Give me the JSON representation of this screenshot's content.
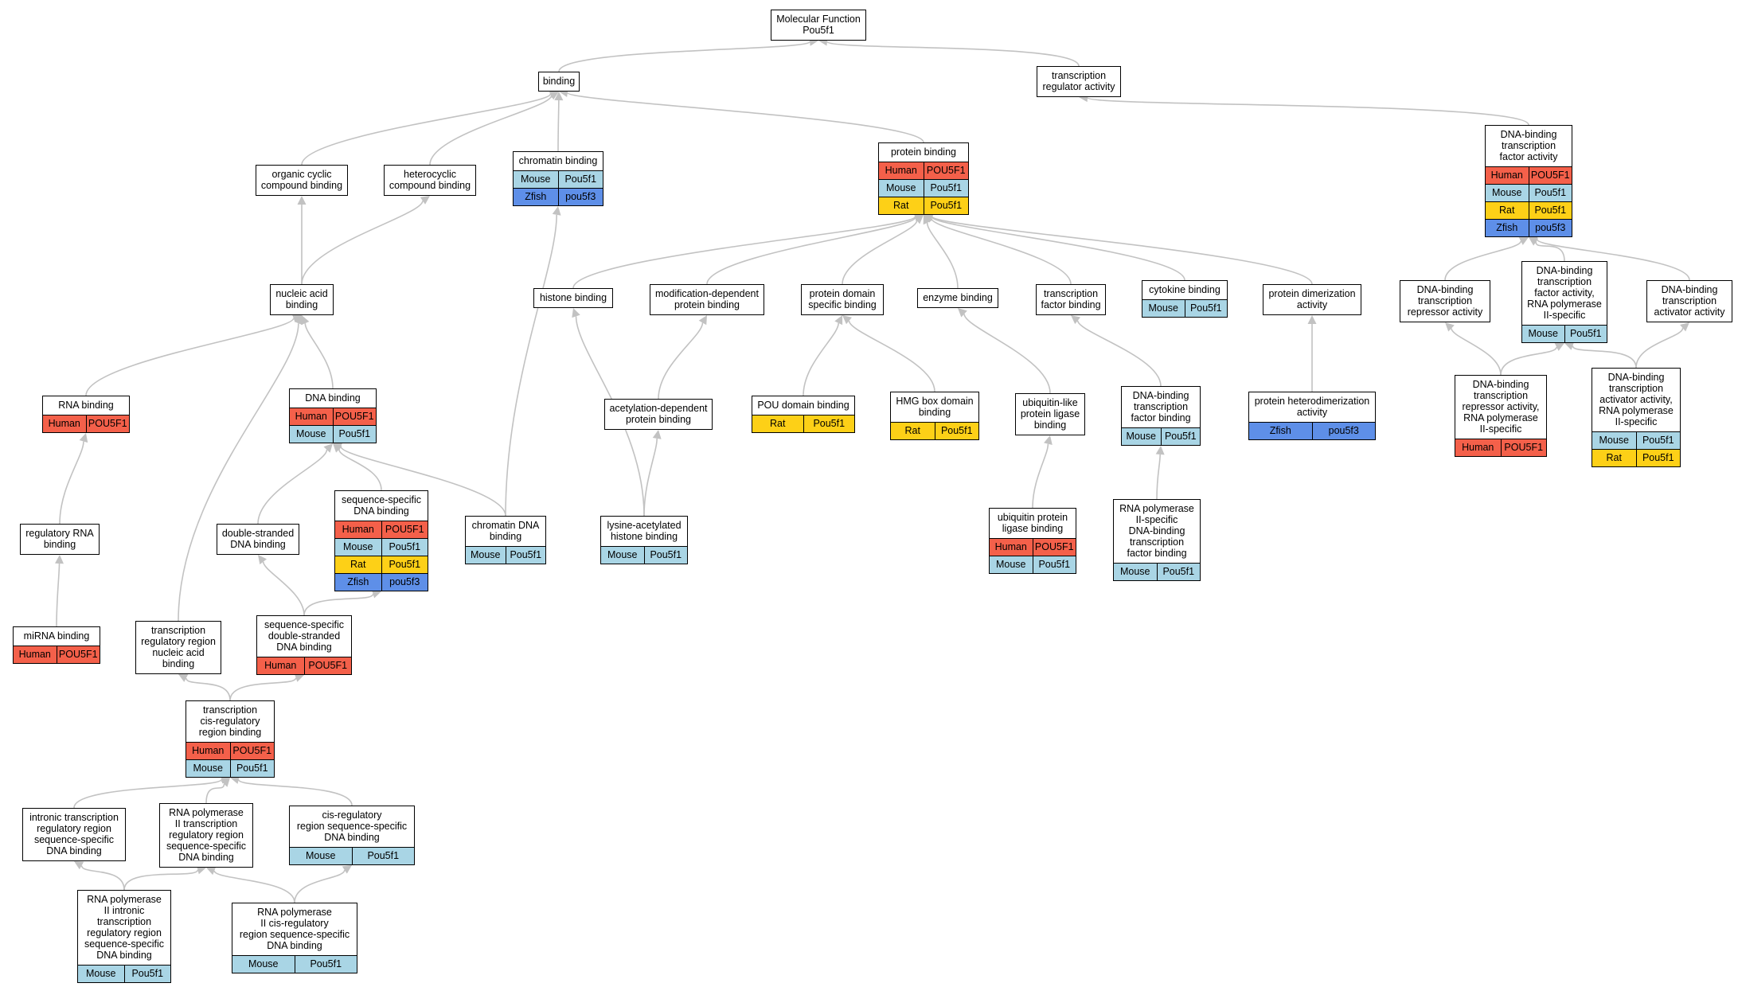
{
  "colors": {
    "edge": "#c2c2c2",
    "Human": "#f4604a",
    "Mouse": "#a9d5e5",
    "Rat": "#fdd017",
    "Zfish": "#5e8fe8"
  },
  "nodes": [
    {
      "id": "mf",
      "lines": [
        "Molecular Function",
        "Pou5f1"
      ],
      "rows": []
    },
    {
      "id": "binding",
      "lines": [
        "binding"
      ],
      "rows": []
    },
    {
      "id": "trx_reg_act",
      "lines": [
        "transcription",
        "regulator activity"
      ],
      "rows": []
    },
    {
      "id": "chromatin_binding",
      "lines": [
        "chromatin binding"
      ],
      "rows": [
        {
          "org": "Mouse",
          "gene": "Pou5f1"
        },
        {
          "org": "Zfish",
          "gene": "pou5f3"
        }
      ]
    },
    {
      "id": "protein_binding",
      "lines": [
        "protein binding"
      ],
      "rows": [
        {
          "org": "Human",
          "gene": "POU5F1"
        },
        {
          "org": "Mouse",
          "gene": "Pou5f1"
        },
        {
          "org": "Rat",
          "gene": "Pou5f1"
        }
      ]
    },
    {
      "id": "dbtf_activity",
      "lines": [
        "DNA-binding",
        "transcription",
        "factor activity"
      ],
      "rows": [
        {
          "org": "Human",
          "gene": "POU5F1"
        },
        {
          "org": "Mouse",
          "gene": "Pou5f1"
        },
        {
          "org": "Rat",
          "gene": "Pou5f1"
        },
        {
          "org": "Zfish",
          "gene": "pou5f3"
        }
      ]
    },
    {
      "id": "organic_cyclic",
      "lines": [
        "organic cyclic",
        "compound binding"
      ],
      "rows": []
    },
    {
      "id": "heterocyclic",
      "lines": [
        "heterocyclic",
        "compound binding"
      ],
      "rows": []
    },
    {
      "id": "nucleic_acid",
      "lines": [
        "nucleic acid",
        "binding"
      ],
      "rows": []
    },
    {
      "id": "histone_binding",
      "lines": [
        "histone binding"
      ],
      "rows": []
    },
    {
      "id": "mod_dep",
      "lines": [
        "modification-dependent",
        "protein binding"
      ],
      "rows": []
    },
    {
      "id": "prot_domain",
      "lines": [
        "protein domain",
        "specific binding"
      ],
      "rows": []
    },
    {
      "id": "enzyme_binding",
      "lines": [
        "enzyme binding"
      ],
      "rows": []
    },
    {
      "id": "tf_binding",
      "lines": [
        "transcription",
        "factor binding"
      ],
      "rows": []
    },
    {
      "id": "cytokine_binding",
      "lines": [
        "cytokine binding"
      ],
      "rows": [
        {
          "org": "Mouse",
          "gene": "Pou5f1"
        }
      ]
    },
    {
      "id": "prot_dimer",
      "lines": [
        "protein dimerization",
        "activity"
      ],
      "rows": []
    },
    {
      "id": "dbtf_repressor",
      "lines": [
        "DNA-binding",
        "transcription",
        "repressor activity"
      ],
      "rows": []
    },
    {
      "id": "dbtf_rnap2",
      "lines": [
        "DNA-binding",
        "transcription",
        "factor activity,",
        "RNA polymerase",
        "II-specific"
      ],
      "rows": [
        {
          "org": "Mouse",
          "gene": "Pou5f1"
        }
      ]
    },
    {
      "id": "dbtf_activator",
      "lines": [
        "DNA-binding",
        "transcription",
        "activator activity"
      ],
      "rows": []
    },
    {
      "id": "rna_binding",
      "lines": [
        "RNA binding"
      ],
      "rows": [
        {
          "org": "Human",
          "gene": "POU5F1"
        }
      ]
    },
    {
      "id": "dna_binding",
      "lines": [
        "DNA binding"
      ],
      "rows": [
        {
          "org": "Human",
          "gene": "POU5F1"
        },
        {
          "org": "Mouse",
          "gene": "Pou5f1"
        }
      ]
    },
    {
      "id": "acetyl_dep",
      "lines": [
        "acetylation-dependent",
        "protein binding"
      ],
      "rows": []
    },
    {
      "id": "pou_domain",
      "lines": [
        "POU domain binding"
      ],
      "rows": [
        {
          "org": "Rat",
          "gene": "Pou5f1"
        }
      ]
    },
    {
      "id": "hmg_box",
      "lines": [
        "HMG box domain",
        "binding"
      ],
      "rows": [
        {
          "org": "Rat",
          "gene": "Pou5f1"
        }
      ]
    },
    {
      "id": "ubl_ligase",
      "lines": [
        "ubiquitin-like",
        "protein ligase",
        "binding"
      ],
      "rows": []
    },
    {
      "id": "dbtf_binding",
      "lines": [
        "DNA-binding",
        "transcription",
        "factor binding"
      ],
      "rows": [
        {
          "org": "Mouse",
          "gene": "Pou5f1"
        }
      ]
    },
    {
      "id": "prot_heterodimer",
      "lines": [
        "protein heterodimerization",
        "activity"
      ],
      "rows": [
        {
          "org": "Zfish",
          "gene": "pou5f3"
        }
      ]
    },
    {
      "id": "dbtf_rep_rnap2",
      "lines": [
        "DNA-binding",
        "transcription",
        "repressor activity,",
        "RNA polymerase",
        "II-specific"
      ],
      "rows": [
        {
          "org": "Human",
          "gene": "POU5F1"
        }
      ]
    },
    {
      "id": "dbtf_act_rnap2",
      "lines": [
        "DNA-binding",
        "transcription",
        "activator activity,",
        "RNA polymerase",
        "II-specific"
      ],
      "rows": [
        {
          "org": "Mouse",
          "gene": "Pou5f1"
        },
        {
          "org": "Rat",
          "gene": "Pou5f1"
        }
      ]
    },
    {
      "id": "ss_dna",
      "lines": [
        "sequence-specific",
        "DNA binding"
      ],
      "rows": [
        {
          "org": "Human",
          "gene": "POU5F1"
        },
        {
          "org": "Mouse",
          "gene": "Pou5f1"
        },
        {
          "org": "Rat",
          "gene": "Pou5f1"
        },
        {
          "org": "Zfish",
          "gene": "pou5f3"
        }
      ]
    },
    {
      "id": "chromatin_dna",
      "lines": [
        "chromatin DNA",
        "binding"
      ],
      "rows": [
        {
          "org": "Mouse",
          "gene": "Pou5f1"
        }
      ]
    },
    {
      "id": "lys_acetyl",
      "lines": [
        "lysine-acetylated",
        "histone binding"
      ],
      "rows": [
        {
          "org": "Mouse",
          "gene": "Pou5f1"
        }
      ]
    },
    {
      "id": "ub_ligase",
      "lines": [
        "ubiquitin protein",
        "ligase binding"
      ],
      "rows": [
        {
          "org": "Human",
          "gene": "POU5F1"
        },
        {
          "org": "Mouse",
          "gene": "Pou5f1"
        }
      ]
    },
    {
      "id": "rnap2_dbtf_binding",
      "lines": [
        "RNA polymerase",
        "II-specific",
        "DNA-binding",
        "transcription",
        "factor binding"
      ],
      "rows": [
        {
          "org": "Mouse",
          "gene": "Pou5f1"
        }
      ]
    },
    {
      "id": "reg_rna",
      "lines": [
        "regulatory RNA",
        "binding"
      ],
      "rows": []
    },
    {
      "id": "ds_dna",
      "lines": [
        "double-stranded",
        "DNA binding"
      ],
      "rows": []
    },
    {
      "id": "mirna",
      "lines": [
        "miRNA binding"
      ],
      "rows": [
        {
          "org": "Human",
          "gene": "POU5F1"
        }
      ]
    },
    {
      "id": "trr_nucleic",
      "lines": [
        "transcription",
        "regulatory region",
        "nucleic acid",
        "binding"
      ],
      "rows": []
    },
    {
      "id": "ss_ds_dna",
      "lines": [
        "sequence-specific",
        "double-stranded",
        "DNA binding"
      ],
      "rows": [
        {
          "org": "Human",
          "gene": "POU5F1"
        }
      ]
    },
    {
      "id": "cis_reg",
      "lines": [
        "transcription",
        "cis-regulatory",
        "region binding"
      ],
      "rows": [
        {
          "org": "Human",
          "gene": "POU5F1"
        },
        {
          "org": "Mouse",
          "gene": "Pou5f1"
        }
      ]
    },
    {
      "id": "intronic_trr",
      "lines": [
        "intronic transcription",
        "regulatory region",
        "sequence-specific",
        "DNA binding"
      ],
      "rows": []
    },
    {
      "id": "rnap2_trr",
      "lines": [
        "RNA polymerase",
        "II transcription",
        "regulatory region",
        "sequence-specific",
        "DNA binding"
      ],
      "rows": []
    },
    {
      "id": "cis_reg_ss",
      "lines": [
        "cis-regulatory",
        "region sequence-specific",
        "DNA binding"
      ],
      "rows": [
        {
          "org": "Mouse",
          "gene": "Pou5f1"
        }
      ]
    },
    {
      "id": "rnap2_intronic",
      "lines": [
        "RNA polymerase",
        "II intronic",
        "transcription",
        "regulatory region",
        "sequence-specific",
        "DNA binding"
      ],
      "rows": [
        {
          "org": "Mouse",
          "gene": "Pou5f1"
        }
      ]
    },
    {
      "id": "rnap2_cis_reg",
      "lines": [
        "RNA polymerase",
        "II cis-regulatory",
        "region sequence-specific",
        "DNA binding"
      ],
      "rows": [
        {
          "org": "Mouse",
          "gene": "Pou5f1"
        }
      ]
    }
  ],
  "edges": [
    [
      "binding",
      "mf"
    ],
    [
      "trx_reg_act",
      "mf"
    ],
    [
      "organic_cyclic",
      "binding"
    ],
    [
      "heterocyclic",
      "binding"
    ],
    [
      "chromatin_binding",
      "binding"
    ],
    [
      "protein_binding",
      "binding"
    ],
    [
      "dbtf_activity",
      "trx_reg_act"
    ],
    [
      "nucleic_acid",
      "organic_cyclic"
    ],
    [
      "nucleic_acid",
      "heterocyclic"
    ],
    [
      "histone_binding",
      "protein_binding"
    ],
    [
      "mod_dep",
      "protein_binding"
    ],
    [
      "prot_domain",
      "protein_binding"
    ],
    [
      "enzyme_binding",
      "protein_binding"
    ],
    [
      "tf_binding",
      "protein_binding"
    ],
    [
      "cytokine_binding",
      "protein_binding"
    ],
    [
      "prot_dimer",
      "protein_binding"
    ],
    [
      "dbtf_repressor",
      "dbtf_activity"
    ],
    [
      "dbtf_rnap2",
      "dbtf_activity"
    ],
    [
      "dbtf_activator",
      "dbtf_activity"
    ],
    [
      "rna_binding",
      "nucleic_acid"
    ],
    [
      "dna_binding",
      "nucleic_acid"
    ],
    [
      "trr_nucleic",
      "nucleic_acid"
    ],
    [
      "acetyl_dep",
      "mod_dep"
    ],
    [
      "pou_domain",
      "prot_domain"
    ],
    [
      "hmg_box",
      "prot_domain"
    ],
    [
      "ubl_ligase",
      "enzyme_binding"
    ],
    [
      "dbtf_binding",
      "tf_binding"
    ],
    [
      "prot_heterodimer",
      "prot_dimer"
    ],
    [
      "dbtf_rep_rnap2",
      "dbtf_repressor"
    ],
    [
      "dbtf_rep_rnap2",
      "dbtf_rnap2"
    ],
    [
      "dbtf_act_rnap2",
      "dbtf_rnap2"
    ],
    [
      "dbtf_act_rnap2",
      "dbtf_activator"
    ],
    [
      "ss_dna",
      "dna_binding"
    ],
    [
      "chromatin_dna",
      "dna_binding"
    ],
    [
      "chromatin_dna",
      "chromatin_binding"
    ],
    [
      "ds_dna",
      "dna_binding"
    ],
    [
      "lys_acetyl",
      "histone_binding"
    ],
    [
      "lys_acetyl",
      "acetyl_dep"
    ],
    [
      "ub_ligase",
      "ubl_ligase"
    ],
    [
      "rnap2_dbtf_binding",
      "dbtf_binding"
    ],
    [
      "reg_rna",
      "rna_binding"
    ],
    [
      "mirna",
      "reg_rna"
    ],
    [
      "ss_ds_dna",
      "ds_dna"
    ],
    [
      "ss_ds_dna",
      "ss_dna"
    ],
    [
      "cis_reg",
      "trr_nucleic"
    ],
    [
      "cis_reg",
      "ss_ds_dna"
    ],
    [
      "intronic_trr",
      "cis_reg"
    ],
    [
      "rnap2_trr",
      "cis_reg"
    ],
    [
      "cis_reg_ss",
      "cis_reg"
    ],
    [
      "rnap2_intronic",
      "intronic_trr"
    ],
    [
      "rnap2_intronic",
      "rnap2_trr"
    ],
    [
      "rnap2_cis_reg",
      "rnap2_trr"
    ],
    [
      "rnap2_cis_reg",
      "cis_reg_ss"
    ]
  ]
}
